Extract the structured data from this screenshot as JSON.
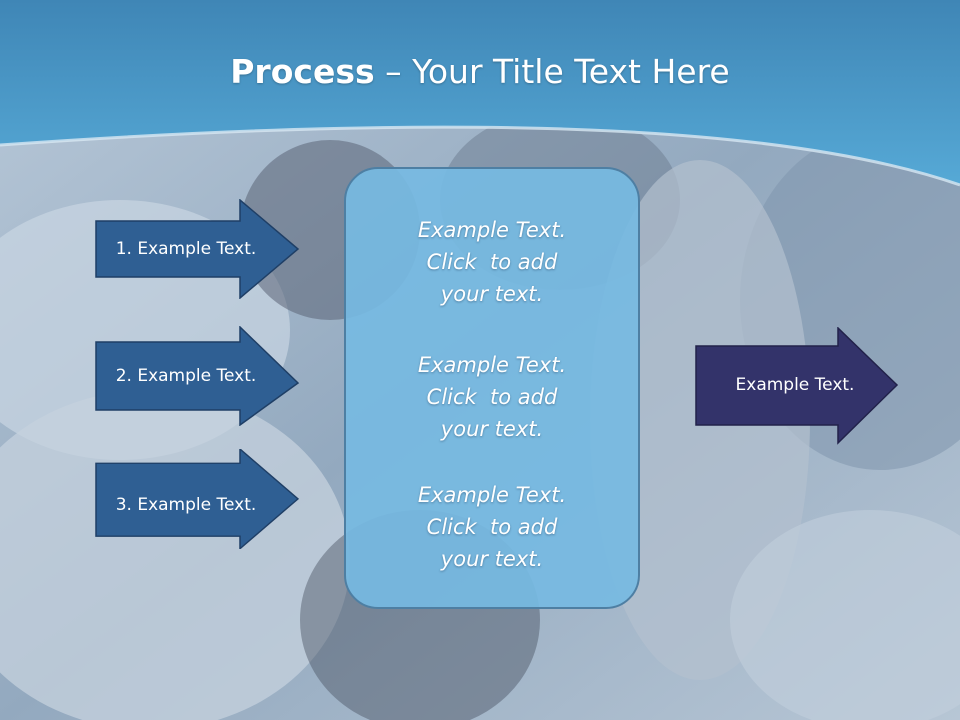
{
  "title": {
    "bold": "Process",
    "rest": " – Your Title Text Here"
  },
  "steps": [
    {
      "label": "1. Example Text."
    },
    {
      "label": "2. Example Text."
    },
    {
      "label": "3. Example Text."
    }
  ],
  "center": {
    "paragraphs": [
      {
        "line1": "Example Text.",
        "line2": "Click  to add",
        "line3": "your text."
      },
      {
        "line1": "Example Text.",
        "line2": "Click  to add",
        "line3": "your text."
      },
      {
        "line1": "Example Text.",
        "line2": "Click  to add",
        "line3": "your text."
      }
    ]
  },
  "output": {
    "label": "Example Text."
  },
  "colors": {
    "header": "#4a9ccc",
    "step_arrow": "#2f5f93",
    "output_arrow": "#33336a",
    "center_box": "#76bae2"
  }
}
